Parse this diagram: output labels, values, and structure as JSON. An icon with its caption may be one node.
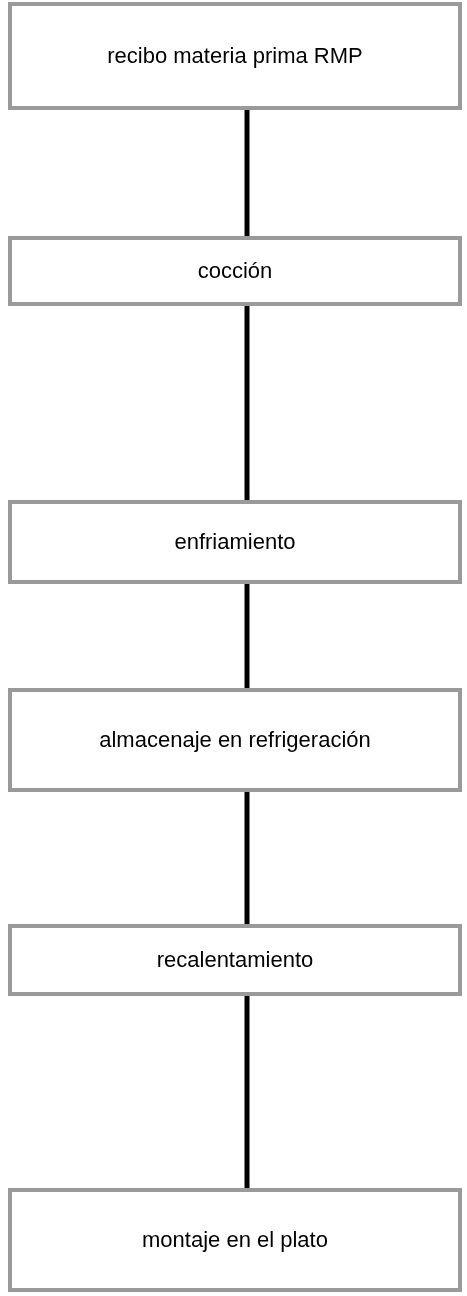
{
  "diagram": {
    "nodes": [
      {
        "text": [
          "recibo materia prima RMP"
        ]
      },
      {
        "text": [
          "cocción"
        ]
      },
      {
        "text": [
          "enfriamiento"
        ]
      },
      {
        "text": [
          "almacenaje en refrigeración"
        ]
      },
      {
        "text": [
          "recalentamiento"
        ]
      },
      {
        "text": [
          "montaje en el plato"
        ]
      }
    ],
    "edges": [
      {
        "from": 0,
        "to": 1,
        "arrow": "none"
      },
      {
        "from": 1,
        "to": 2,
        "arrow": "none"
      },
      {
        "from": 2,
        "to": 3,
        "arrow": "none"
      },
      {
        "from": 3,
        "to": 4,
        "arrow": "none"
      },
      {
        "from": 4,
        "to": 5,
        "arrow": "none"
      }
    ]
  }
}
